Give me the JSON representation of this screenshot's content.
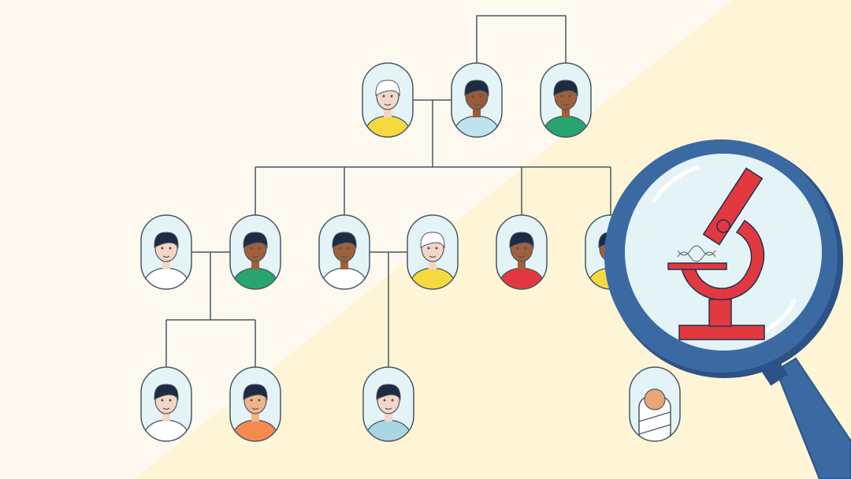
{
  "colors": {
    "background_left": "#fdf9ef",
    "background_right": "#fdf5d6",
    "line": "#4a5663",
    "pod_fill": "#e4f3f6",
    "pod_stroke": "#4a5663",
    "lens_frame": "#3b6aa3",
    "lens_frame_dark": "#2c5286",
    "lens_glass": "#e3f3f6",
    "microscope": "#e2383f",
    "microscope_dark": "#1f3350"
  },
  "people": [
    {
      "role": "grandparent-elderly-man",
      "skin": "#f3d6c6",
      "hair": "#ffffff",
      "shirt": "#f6d93f"
    },
    {
      "role": "grandparent-man-glasses",
      "skin": "#9a5a36",
      "hair": "#1f2b44",
      "shirt": "#bfe3ee"
    },
    {
      "role": "grandparent-bald-man",
      "skin": "#a0603a",
      "hair": "#1f2b44",
      "shirt": "#27a56e"
    },
    {
      "role": "parent-man-mustache",
      "skin": "#f3d6c6",
      "hair": "#1f2b44",
      "shirt": "#ffffff"
    },
    {
      "role": "parent-woman",
      "skin": "#a0603a",
      "hair": "#1f2b44",
      "shirt": "#27a56e"
    },
    {
      "role": "parent-bearded-man",
      "skin": "#a0603a",
      "hair": "#1f2b44",
      "shirt": "#ffffff"
    },
    {
      "role": "parent-elderly-woman",
      "skin": "#f3d6c6",
      "hair": "#ffffff",
      "shirt": "#f6d93f"
    },
    {
      "role": "parent-woman-ponytail",
      "skin": "#a0603a",
      "hair": "#1f2b44",
      "shirt": "#e2383f"
    },
    {
      "role": "parent-partial",
      "skin": "#a0603a",
      "hair": "#1f2b44",
      "shirt": "#f6d93f"
    },
    {
      "role": "child-boy",
      "skin": "#f3d6c6",
      "hair": "#1f2b44",
      "shirt": "#ffffff"
    },
    {
      "role": "child-girl",
      "skin": "#f0b48a",
      "hair": "#1f2b44",
      "shirt": "#f58a4f"
    },
    {
      "role": "child-woman-glasses",
      "skin": "#f3d6c6",
      "hair": "#1f2b44",
      "shirt": "#a9d6e2"
    },
    {
      "role": "baby-swaddled",
      "skin": "#e8a578",
      "hair": "#e8a578",
      "shirt": "#ffffff"
    }
  ],
  "icons": {
    "magnifier": "magnifying-glass-icon",
    "microscope": "microscope-icon",
    "dna": "dna-icon"
  }
}
